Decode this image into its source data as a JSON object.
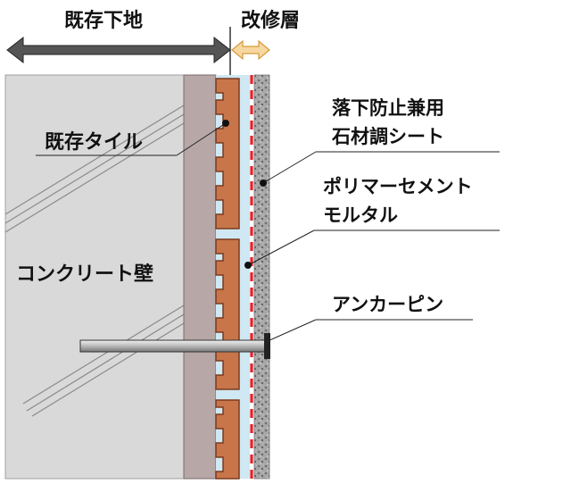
{
  "header": {
    "existing_base": "既存下地",
    "renovation_layer": "改修層"
  },
  "labels": {
    "existing_tile": "既存タイル",
    "stone_finish_line1": "落下防止兼用",
    "stone_finish_line2": "石材調シート",
    "polymer_mortar_line1": "ポリマーセメント",
    "polymer_mortar_line2": "モルタル",
    "anchor_pin": "アンカーピン",
    "concrete_wall": "コンクリート壁"
  },
  "colors": {
    "concrete": "#d9d9d9",
    "wall_band": "#b7a7a7",
    "tile": "#c8754a",
    "tile_edge": "#7a3a1e",
    "mortar": "#cfe8f3",
    "sheet_dash": "#e8202a",
    "stone": "#8c8c8c",
    "arrow_dark": "#555555",
    "arrow_light": "#f7d7a0",
    "pin": "#9a9a9a"
  }
}
